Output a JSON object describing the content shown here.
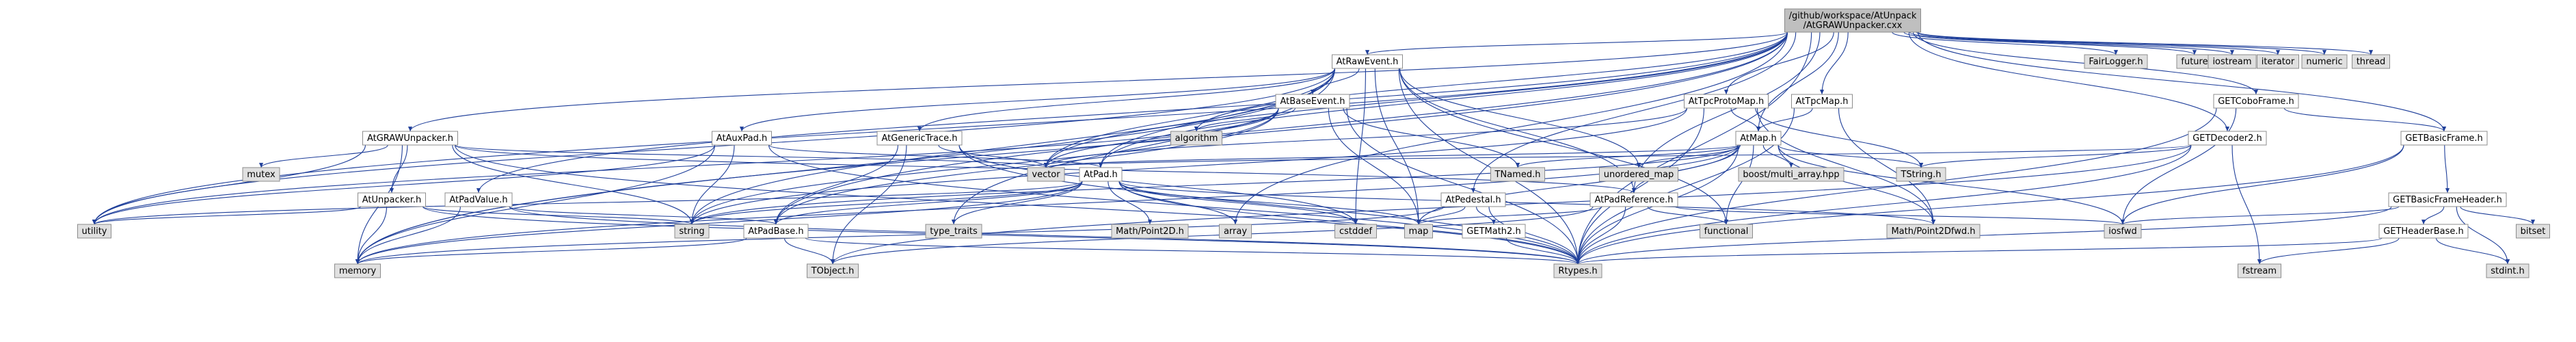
{
  "colors": {
    "root_fill": "#bfbfbf",
    "doc_fill": "#ffffff",
    "ext_fill": "#e0e0e0",
    "border": "#8c8c8c",
    "edge": "#1f3f9a",
    "text": "#000000"
  },
  "nodes": [
    {
      "id": "root",
      "lines": [
        "/github/workspace/AtUnpack",
        "/AtGRAWUnpacker.cxx"
      ],
      "kind": "root"
    },
    {
      "id": "AtRawEvent",
      "lines": [
        "AtRawEvent.h"
      ],
      "kind": "doc"
    },
    {
      "id": "FairLogger",
      "lines": [
        "FairLogger.h"
      ],
      "kind": "ext"
    },
    {
      "id": "future",
      "lines": [
        "future"
      ],
      "kind": "ext"
    },
    {
      "id": "iostream",
      "lines": [
        "iostream"
      ],
      "kind": "ext"
    },
    {
      "id": "iterator",
      "lines": [
        "iterator"
      ],
      "kind": "ext"
    },
    {
      "id": "numeric",
      "lines": [
        "numeric"
      ],
      "kind": "ext"
    },
    {
      "id": "thread",
      "lines": [
        "thread"
      ],
      "kind": "ext"
    },
    {
      "id": "AtBaseEvent",
      "lines": [
        "AtBaseEvent.h"
      ],
      "kind": "doc"
    },
    {
      "id": "AtTpcProtoMap",
      "lines": [
        "AtTpcProtoMap.h"
      ],
      "kind": "doc"
    },
    {
      "id": "AtTpcMap",
      "lines": [
        "AtTpcMap.h"
      ],
      "kind": "doc"
    },
    {
      "id": "GETCoboFrame",
      "lines": [
        "GETCoboFrame.h"
      ],
      "kind": "doc"
    },
    {
      "id": "AtGRAWUnpacker",
      "lines": [
        "AtGRAWUnpacker.h"
      ],
      "kind": "doc"
    },
    {
      "id": "AtAuxPad",
      "lines": [
        "AtAuxPad.h"
      ],
      "kind": "doc"
    },
    {
      "id": "AtGenericTrace",
      "lines": [
        "AtGenericTrace.h"
      ],
      "kind": "doc"
    },
    {
      "id": "algorithm",
      "lines": [
        "algorithm"
      ],
      "kind": "ext"
    },
    {
      "id": "AtMap",
      "lines": [
        "AtMap.h"
      ],
      "kind": "doc"
    },
    {
      "id": "GETDecoder2",
      "lines": [
        "GETDecoder2.h"
      ],
      "kind": "doc"
    },
    {
      "id": "GETBasicFrame",
      "lines": [
        "GETBasicFrame.h"
      ],
      "kind": "doc"
    },
    {
      "id": "mutex",
      "lines": [
        "mutex"
      ],
      "kind": "ext"
    },
    {
      "id": "vector",
      "lines": [
        "vector"
      ],
      "kind": "ext"
    },
    {
      "id": "AtPad",
      "lines": [
        "AtPad.h"
      ],
      "kind": "doc"
    },
    {
      "id": "TNamed",
      "lines": [
        "TNamed.h"
      ],
      "kind": "ext"
    },
    {
      "id": "unordered_map",
      "lines": [
        "unordered_map"
      ],
      "kind": "ext"
    },
    {
      "id": "boost_multi_array",
      "lines": [
        "boost/multi_array.hpp"
      ],
      "kind": "ext"
    },
    {
      "id": "TString",
      "lines": [
        "TString.h"
      ],
      "kind": "ext"
    },
    {
      "id": "AtUnpacker",
      "lines": [
        "AtUnpacker.h"
      ],
      "kind": "doc"
    },
    {
      "id": "AtPadValue",
      "lines": [
        "AtPadValue.h"
      ],
      "kind": "doc"
    },
    {
      "id": "AtPedestal",
      "lines": [
        "AtPedestal.h"
      ],
      "kind": "doc"
    },
    {
      "id": "AtPadReference",
      "lines": [
        "AtPadReference.h"
      ],
      "kind": "doc"
    },
    {
      "id": "GETBasicFrameHeader",
      "lines": [
        "GETBasicFrameHeader.h"
      ],
      "kind": "doc"
    },
    {
      "id": "utility",
      "lines": [
        "utility"
      ],
      "kind": "ext"
    },
    {
      "id": "string",
      "lines": [
        "string"
      ],
      "kind": "ext"
    },
    {
      "id": "AtPadBase",
      "lines": [
        "AtPadBase.h"
      ],
      "kind": "doc"
    },
    {
      "id": "type_traits",
      "lines": [
        "type_traits"
      ],
      "kind": "ext"
    },
    {
      "id": "Math_Point2D",
      "lines": [
        "Math/Point2D.h"
      ],
      "kind": "ext"
    },
    {
      "id": "array",
      "lines": [
        "array"
      ],
      "kind": "ext"
    },
    {
      "id": "cstddef",
      "lines": [
        "cstddef"
      ],
      "kind": "ext"
    },
    {
      "id": "map",
      "lines": [
        "map"
      ],
      "kind": "ext"
    },
    {
      "id": "GETMath2",
      "lines": [
        "GETMath2.h"
      ],
      "kind": "doc"
    },
    {
      "id": "functional",
      "lines": [
        "functional"
      ],
      "kind": "ext"
    },
    {
      "id": "Math_Point2Dfwd",
      "lines": [
        "Math/Point2Dfwd.h"
      ],
      "kind": "ext"
    },
    {
      "id": "iosfwd",
      "lines": [
        "iosfwd"
      ],
      "kind": "ext"
    },
    {
      "id": "GETHeaderBase",
      "lines": [
        "GETHeaderBase.h"
      ],
      "kind": "doc"
    },
    {
      "id": "bitset",
      "lines": [
        "bitset"
      ],
      "kind": "ext"
    },
    {
      "id": "memory",
      "lines": [
        "memory"
      ],
      "kind": "ext"
    },
    {
      "id": "TObject",
      "lines": [
        "TObject.h"
      ],
      "kind": "ext"
    },
    {
      "id": "Rtypes",
      "lines": [
        "Rtypes.h"
      ],
      "kind": "ext"
    },
    {
      "id": "fstream",
      "lines": [
        "fstream"
      ],
      "kind": "ext"
    },
    {
      "id": "stdint",
      "lines": [
        "stdint.h"
      ],
      "kind": "ext"
    }
  ],
  "edges": [
    [
      "root",
      "AtRawEvent"
    ],
    [
      "root",
      "FairLogger"
    ],
    [
      "root",
      "future"
    ],
    [
      "root",
      "iostream"
    ],
    [
      "root",
      "iterator"
    ],
    [
      "root",
      "numeric"
    ],
    [
      "root",
      "thread"
    ],
    [
      "root",
      "AtTpcProtoMap"
    ],
    [
      "root",
      "AtTpcMap"
    ],
    [
      "root",
      "GETCoboFrame"
    ],
    [
      "root",
      "AtGRAWUnpacker"
    ],
    [
      "root",
      "AtMap"
    ],
    [
      "root",
      "GETDecoder2"
    ],
    [
      "root",
      "GETBasicFrame"
    ],
    [
      "root",
      "algorithm"
    ],
    [
      "root",
      "AtPad"
    ],
    [
      "root",
      "AtPadValue"
    ],
    [
      "root",
      "AtPadReference"
    ],
    [
      "root",
      "AtPadBase"
    ],
    [
      "root",
      "utility"
    ],
    [
      "root",
      "memory"
    ],
    [
      "root",
      "Rtypes"
    ],
    [
      "root",
      "AtPedestal"
    ],
    [
      "root",
      "array"
    ],
    [
      "root",
      "vector"
    ],
    [
      "AtRawEvent",
      "AtBaseEvent"
    ],
    [
      "AtRawEvent",
      "AtAuxPad"
    ],
    [
      "AtRawEvent",
      "AtGenericTrace"
    ],
    [
      "AtRawEvent",
      "AtPad"
    ],
    [
      "AtRawEvent",
      "AtPadReference"
    ],
    [
      "AtRawEvent",
      "vector"
    ],
    [
      "AtRawEvent",
      "unordered_map"
    ],
    [
      "AtRawEvent",
      "map"
    ],
    [
      "AtRawEvent",
      "string"
    ],
    [
      "AtRawEvent",
      "utility"
    ],
    [
      "AtRawEvent",
      "Rtypes"
    ],
    [
      "AtRawEvent",
      "memory"
    ],
    [
      "AtRawEvent",
      "type_traits"
    ],
    [
      "AtRawEvent",
      "cstddef"
    ],
    [
      "AtRawEvent",
      "functional"
    ],
    [
      "AtBaseEvent",
      "algorithm"
    ],
    [
      "AtBaseEvent",
      "TNamed"
    ],
    [
      "AtBaseEvent",
      "map"
    ],
    [
      "AtBaseEvent",
      "string"
    ],
    [
      "AtBaseEvent",
      "utility"
    ],
    [
      "AtBaseEvent",
      "vector"
    ],
    [
      "AtBaseEvent",
      "Rtypes"
    ],
    [
      "AtBaseEvent",
      "AtPadBase"
    ],
    [
      "AtTpcProtoMap",
      "AtMap"
    ],
    [
      "AtTpcProtoMap",
      "TString"
    ],
    [
      "AtTpcProtoMap",
      "Math_Point2Dfwd"
    ],
    [
      "AtTpcProtoMap",
      "Rtypes"
    ],
    [
      "AtTpcProtoMap",
      "vector"
    ],
    [
      "AtTpcProtoMap",
      "string"
    ],
    [
      "AtTpcMap",
      "AtMap"
    ],
    [
      "AtTpcMap",
      "Math_Point2Dfwd"
    ],
    [
      "AtTpcMap",
      "Rtypes"
    ],
    [
      "GETCoboFrame",
      "GETBasicFrame"
    ],
    [
      "GETCoboFrame",
      "iosfwd"
    ],
    [
      "GETCoboFrame",
      "Rtypes"
    ],
    [
      "AtGRAWUnpacker",
      "AtUnpacker"
    ],
    [
      "AtGRAWUnpacker",
      "mutex"
    ],
    [
      "AtGRAWUnpacker",
      "vector"
    ],
    [
      "AtGRAWUnpacker",
      "utility"
    ],
    [
      "AtGRAWUnpacker",
      "memory"
    ],
    [
      "AtGRAWUnpacker",
      "string"
    ],
    [
      "AtGRAWUnpacker",
      "Rtypes"
    ],
    [
      "AtGRAWUnpacker",
      "AtPadReference"
    ],
    [
      "AtAuxPad",
      "AtPad"
    ],
    [
      "AtAuxPad",
      "string"
    ],
    [
      "AtAuxPad",
      "Rtypes"
    ],
    [
      "AtAuxPad",
      "memory"
    ],
    [
      "AtAuxPad",
      "utility"
    ],
    [
      "AtGenericTrace",
      "AtPadBase"
    ],
    [
      "AtGenericTrace",
      "vector"
    ],
    [
      "AtGenericTrace",
      "Rtypes"
    ],
    [
      "AtGenericTrace",
      "TObject"
    ],
    [
      "AtGenericTrace",
      "cstddef"
    ],
    [
      "AtMap",
      "AtPadReference"
    ],
    [
      "AtMap",
      "TNamed"
    ],
    [
      "AtMap",
      "TString"
    ],
    [
      "AtMap",
      "boost_multi_array"
    ],
    [
      "AtMap",
      "unordered_map"
    ],
    [
      "AtMap",
      "Math_Point2Dfwd"
    ],
    [
      "AtMap",
      "map"
    ],
    [
      "AtMap",
      "vector"
    ],
    [
      "AtMap",
      "string"
    ],
    [
      "AtMap",
      "functional"
    ],
    [
      "AtMap",
      "Rtypes"
    ],
    [
      "AtMap",
      "iosfwd"
    ],
    [
      "AtMap",
      "memory"
    ],
    [
      "GETDecoder2",
      "TString"
    ],
    [
      "GETDecoder2",
      "vector"
    ],
    [
      "GETDecoder2",
      "fstream"
    ],
    [
      "GETDecoder2",
      "Rtypes"
    ],
    [
      "GETDecoder2",
      "TObject"
    ],
    [
      "GETBasicFrame",
      "GETBasicFrameHeader"
    ],
    [
      "GETBasicFrame",
      "iosfwd"
    ],
    [
      "GETBasicFrame",
      "Rtypes"
    ],
    [
      "GETBasicFrameHeader",
      "GETHeaderBase"
    ],
    [
      "GETBasicFrameHeader",
      "bitset"
    ],
    [
      "GETBasicFrameHeader",
      "iosfwd"
    ],
    [
      "GETBasicFrameHeader",
      "Rtypes"
    ],
    [
      "GETBasicFrameHeader",
      "stdint"
    ],
    [
      "GETHeaderBase",
      "Rtypes"
    ],
    [
      "GETHeaderBase",
      "stdint"
    ],
    [
      "GETHeaderBase",
      "fstream"
    ],
    [
      "AtPad",
      "AtPadBase"
    ],
    [
      "AtPad",
      "Math_Point2D"
    ],
    [
      "AtPad",
      "array"
    ],
    [
      "AtPad",
      "map"
    ],
    [
      "AtPad",
      "string"
    ],
    [
      "AtPad",
      "type_traits"
    ],
    [
      "AtPad",
      "cstddef"
    ],
    [
      "AtPad",
      "memory"
    ],
    [
      "AtPad",
      "Rtypes"
    ],
    [
      "AtPad",
      "utility"
    ],
    [
      "AtPad",
      "Math_Point2Dfwd"
    ],
    [
      "AtUnpacker",
      "string"
    ],
    [
      "AtUnpacker",
      "memory"
    ],
    [
      "AtUnpacker",
      "Rtypes"
    ],
    [
      "AtUnpacker",
      "utility"
    ],
    [
      "AtPadValue",
      "AtPadBase"
    ],
    [
      "AtPadValue",
      "memory"
    ],
    [
      "AtPadValue",
      "Rtypes"
    ],
    [
      "AtPedestal",
      "GETMath2"
    ],
    [
      "AtPedestal",
      "Rtypes"
    ],
    [
      "AtPedestal",
      "map"
    ],
    [
      "AtPedestal",
      "memory"
    ],
    [
      "AtPadReference",
      "functional"
    ],
    [
      "AtPadReference",
      "iosfwd"
    ],
    [
      "AtPadReference",
      "Rtypes"
    ],
    [
      "AtPadReference",
      "TObject"
    ],
    [
      "AtPadReference",
      "map"
    ],
    [
      "AtPadBase",
      "memory"
    ],
    [
      "AtPadBase",
      "TObject"
    ],
    [
      "AtPadBase",
      "Rtypes"
    ],
    [
      "GETMath2",
      "Rtypes"
    ]
  ]
}
